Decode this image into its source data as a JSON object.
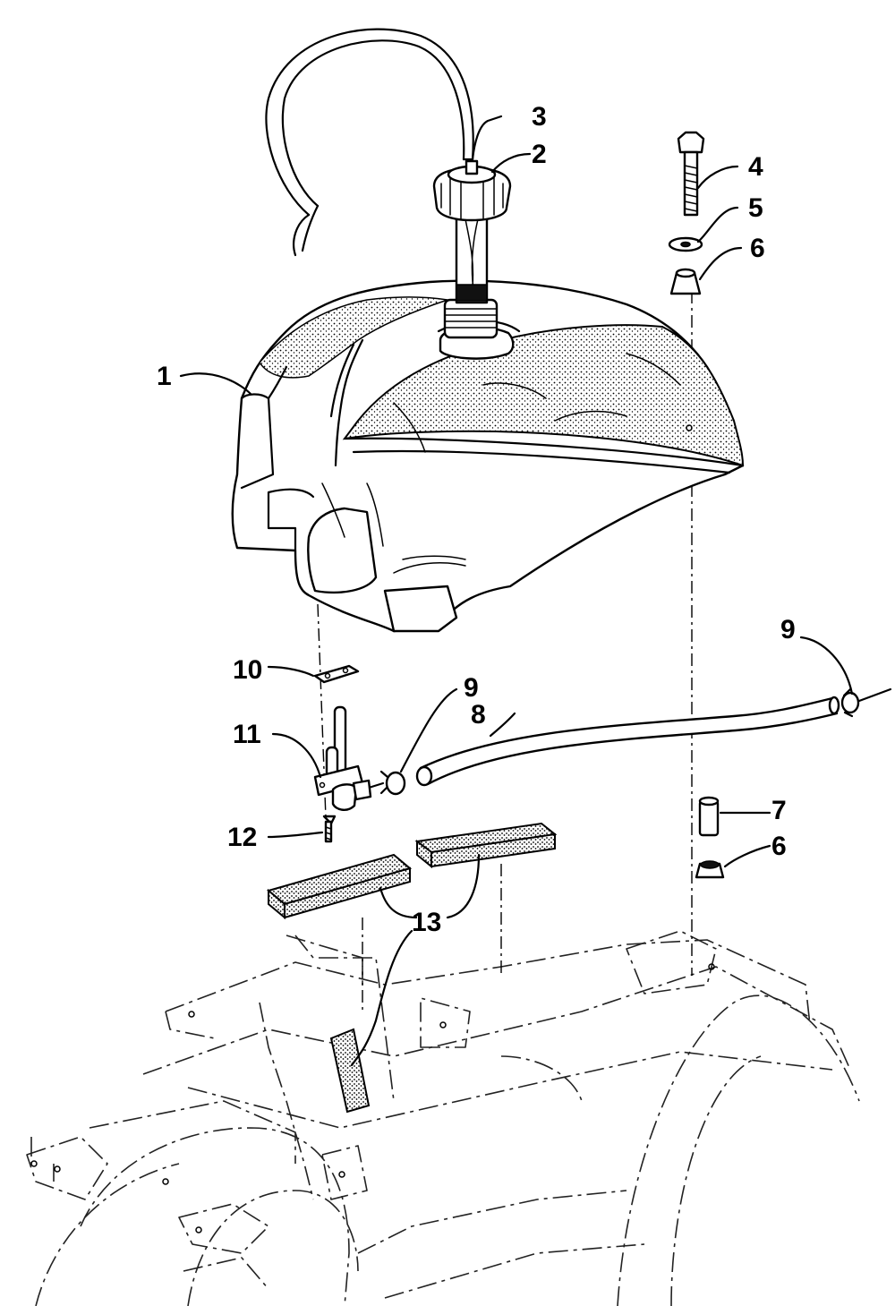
{
  "figure": {
    "callouts": [
      {
        "id": "c1",
        "text": "1"
      },
      {
        "id": "c2",
        "text": "2"
      },
      {
        "id": "c3",
        "text": "3"
      },
      {
        "id": "c4",
        "text": "4"
      },
      {
        "id": "c5",
        "text": "5"
      },
      {
        "id": "c6a",
        "text": "6"
      },
      {
        "id": "c6b",
        "text": "6"
      },
      {
        "id": "c7",
        "text": "7"
      },
      {
        "id": "c8",
        "text": "8"
      },
      {
        "id": "c9a",
        "text": "9"
      },
      {
        "id": "c9b",
        "text": "9"
      },
      {
        "id": "c10",
        "text": "10"
      },
      {
        "id": "c11",
        "text": "11"
      },
      {
        "id": "c12",
        "text": "12"
      },
      {
        "id": "c13",
        "text": "13"
      }
    ]
  }
}
